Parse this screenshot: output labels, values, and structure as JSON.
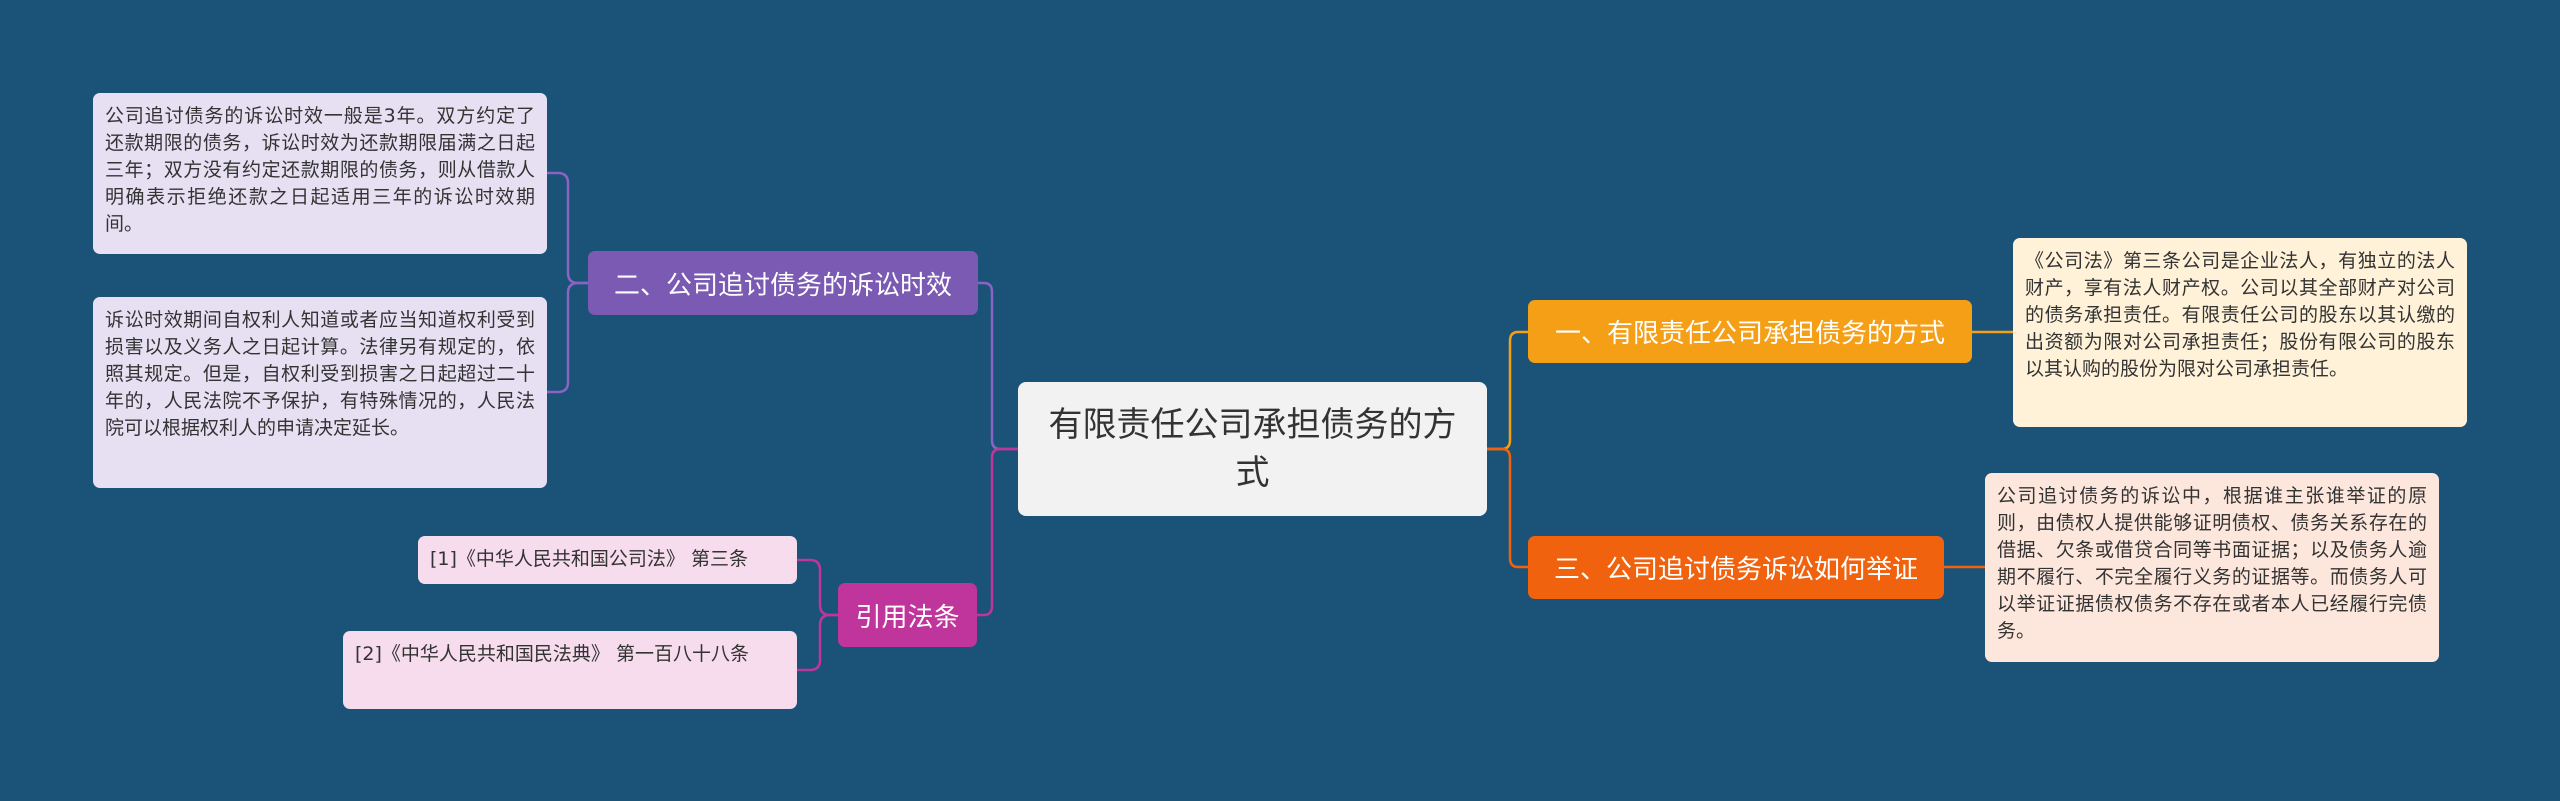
{
  "center": {
    "title": "有限责任公司承担债务的方式"
  },
  "left_branches": [
    {
      "label": "二、公司追讨债务的诉讼时效",
      "color": "#7b5ab3",
      "leaves": [
        "公司追讨债务的诉讼时效一般是3年。双方约定了还款期限的债务，诉讼时效为还款期限届满之日起三年；双方没有约定还款期限的债务，则从借款人明确表示拒绝还款之日起适用三年的诉讼时效期间。",
        "诉讼时效期间自权利人知道或者应当知道权利受到损害以及义务人之日起计算。法律另有规定的，依照其规定。但是，自权利受到损害之日起超过二十年的，人民法院不予保护，有特殊情况的，人民法院可以根据权利人的申请决定延长。"
      ]
    },
    {
      "label": "引用法条",
      "color": "#c0359b",
      "leaves": [
        "[1]《中华人民共和国公司法》 第三条",
        "[2]《中华人民共和国民法典》 第一百八十八条"
      ]
    }
  ],
  "right_branches": [
    {
      "label": "一、有限责任公司承担债务的方式",
      "color": "#f59f17",
      "leaves": [
        "《公司法》第三条公司是企业法人，有独立的法人财产，享有法人财产权。公司以其全部财产对公司的债务承担责任。有限责任公司的股东以其认缴的出资额为限对公司承担责任；股份有限公司的股东以其认购的股份为限对公司承担责任。"
      ]
    },
    {
      "label": "三、公司追讨债务诉讼如何举证",
      "color": "#f0620d",
      "leaves": [
        "公司追讨债务的诉讼中，根据谁主张谁举证的原则，由债权人提供能够证明债权、债务关系存在的借据、欠条或借贷合同等书面证据；以及债务人逾期不履行、不完全履行义务的证据等。而债务人可以举证证据债权债务不存在或者本人已经履行完债务。"
      ]
    }
  ]
}
